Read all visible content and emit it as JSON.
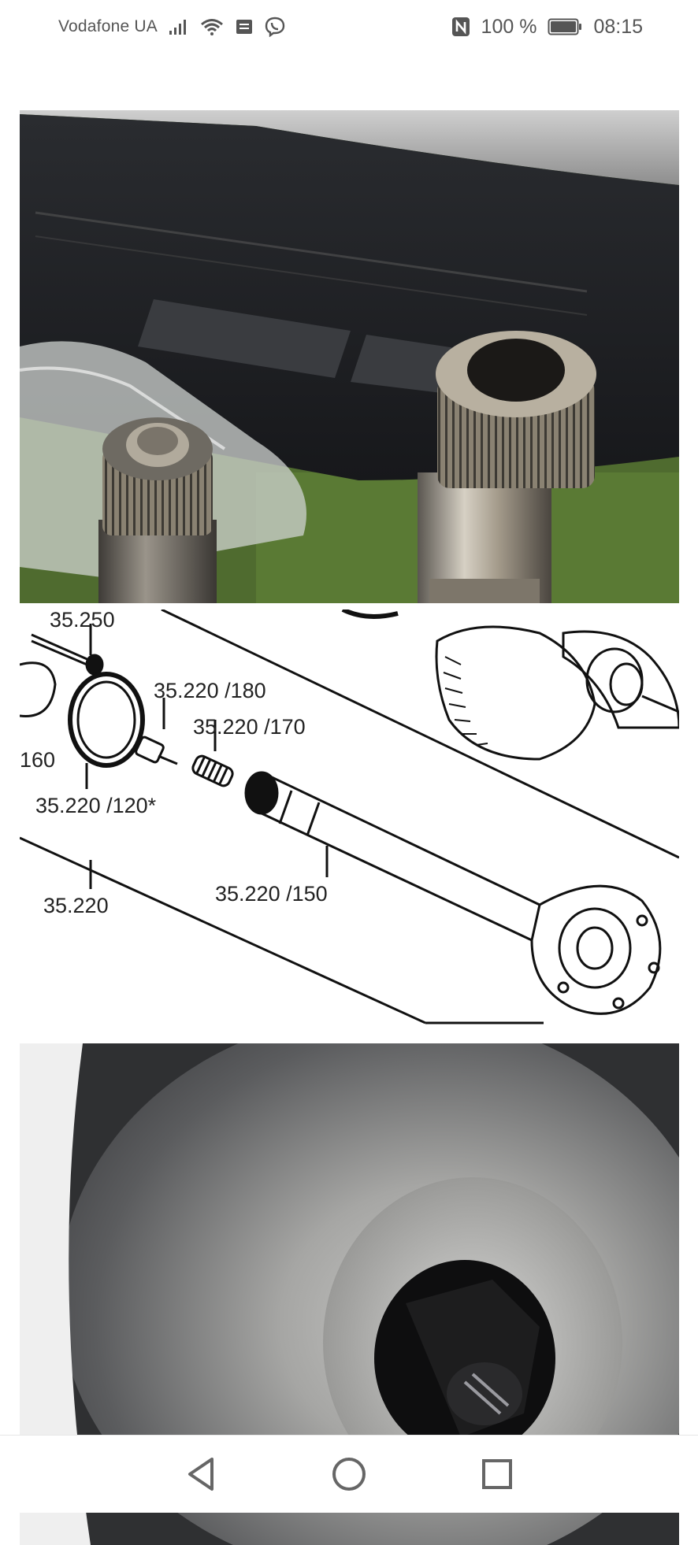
{
  "status_bar": {
    "carrier": "Vodafone UA",
    "battery_percent": "100 %",
    "time": "08:15",
    "icons": [
      "signal-icon",
      "wifi-icon",
      "sim-icon",
      "viber-icon",
      "nfc-icon",
      "battery-icon"
    ]
  },
  "diagram": {
    "labels": {
      "l1": "35.250",
      "l2": "35.220 /180",
      "l3": "35.220 /170",
      "l4": "160",
      "l5": "35.220 /120*",
      "l6": "35.220 /150",
      "l7": "35.220"
    }
  },
  "nav_bar": {
    "icons": [
      "back-icon",
      "home-icon",
      "recents-icon"
    ]
  },
  "colors": {
    "status_text": "#555555",
    "background": "#ffffff",
    "diagram_line": "#111111"
  }
}
